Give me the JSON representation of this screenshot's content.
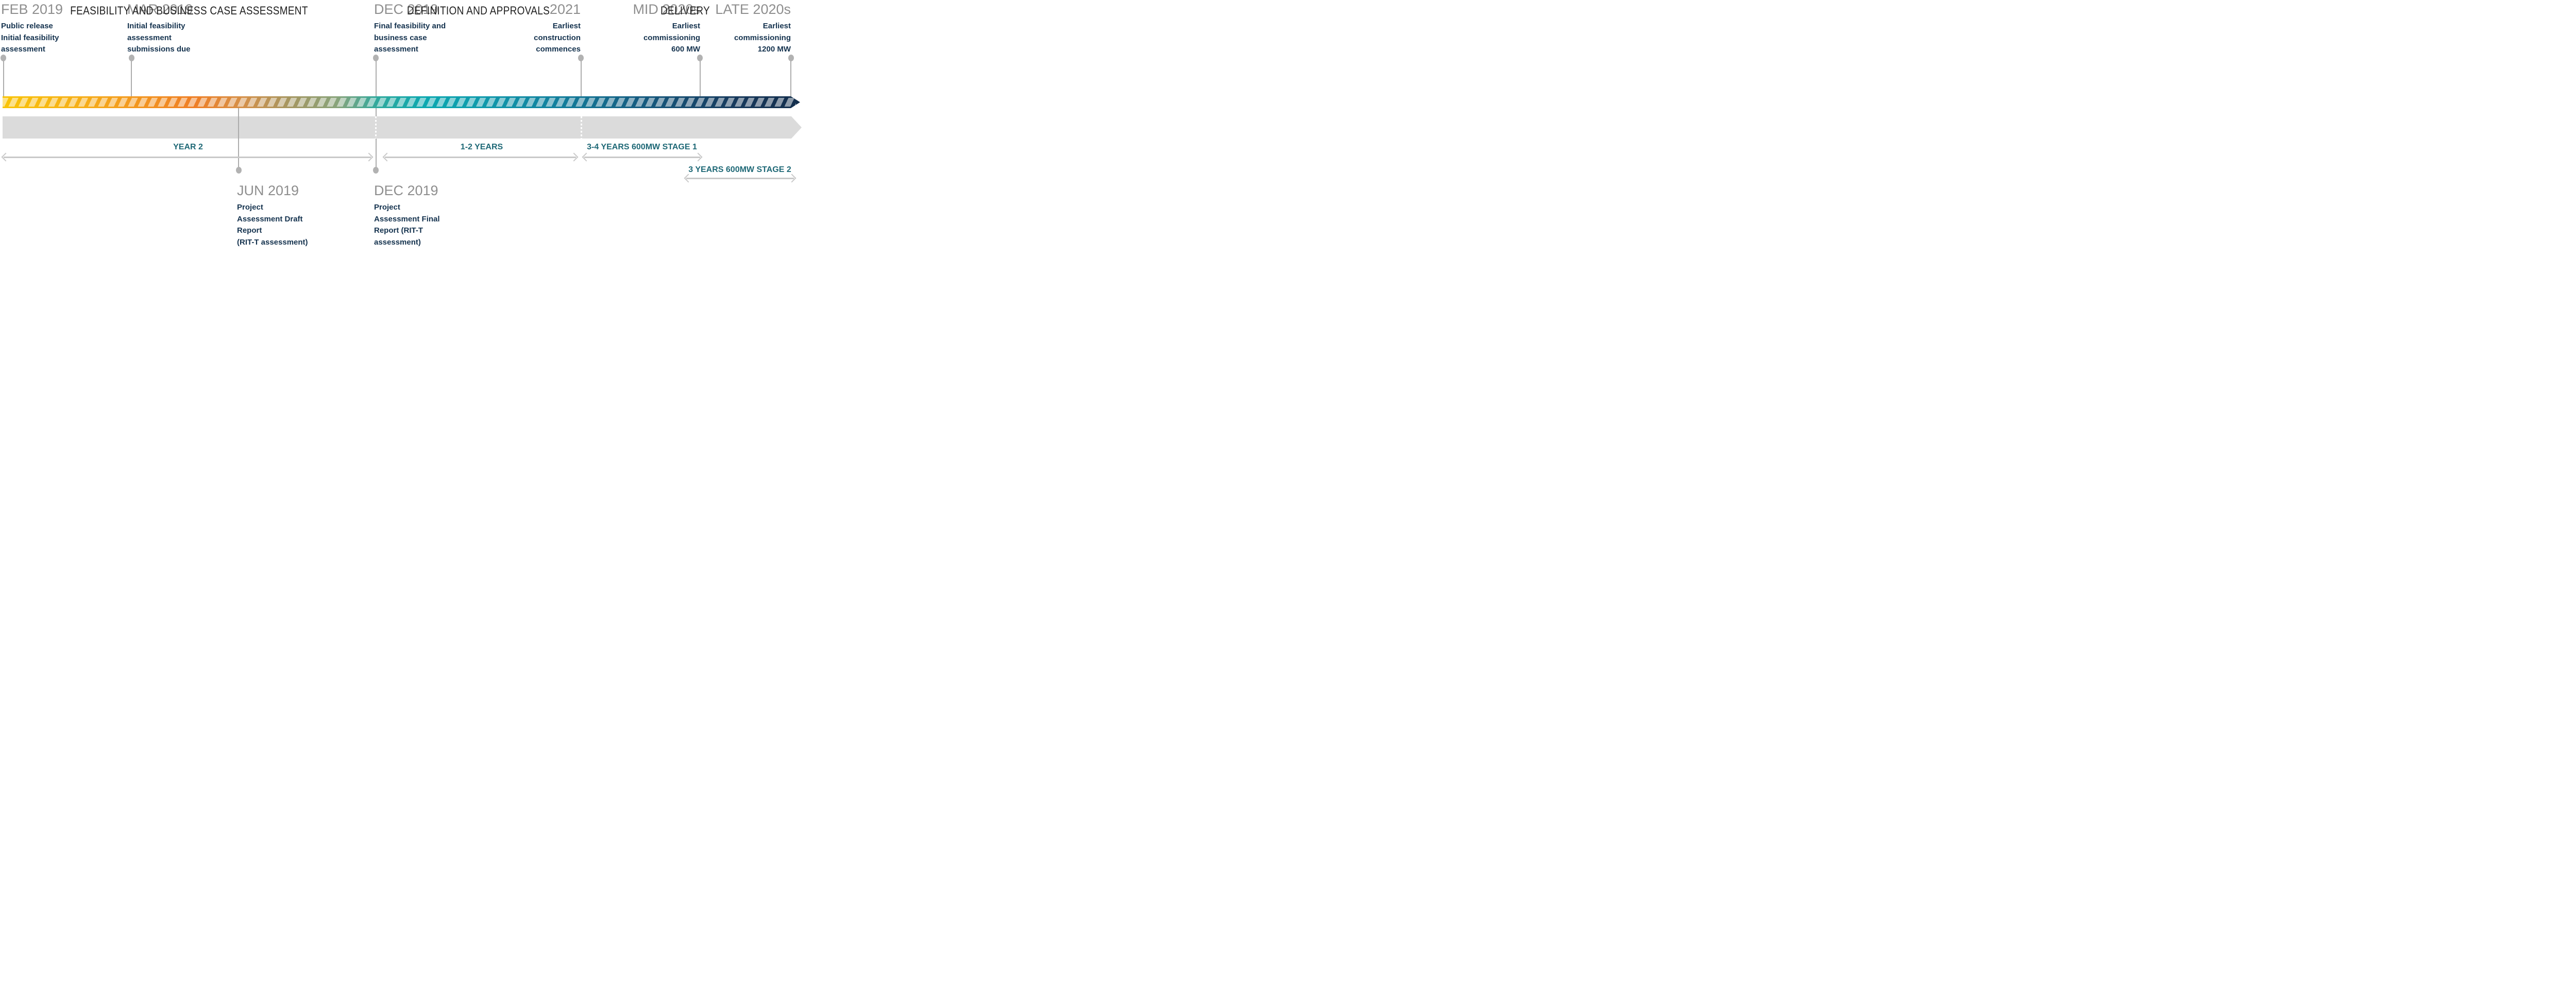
{
  "colors": {
    "accent-teal": "#1E6876",
    "navy": "#14324E",
    "month-gray": "#8E8E8E",
    "marker-gray": "#B2B2B2",
    "stem-gray": "#ACACAC",
    "phase-band": "#DBDBDB",
    "phase-text": "#1F1F1F",
    "arrow-gray": "#C9C9C9"
  },
  "band_gradient_stops": [
    "#F9C407 0%",
    "#F6AE18 10%",
    "#EF7E25 24%",
    "#D69048 30%",
    "#A59660 36%",
    "#88A47B 42%",
    "#30A99D 47%",
    "#0BA8B0 53%",
    "#0F9AAC 60%",
    "#12819E 69%",
    "#155B80 80%",
    "#17395C 92%",
    "#132E4C 100%"
  ],
  "top_milestones": [
    {
      "date": "FEB 2019",
      "lines": [
        "Public release",
        "Initial feasibility",
        "assessment"
      ]
    },
    {
      "date": "MAR 2019",
      "lines": [
        "Initial feasibility",
        "assessment",
        "submissions due"
      ]
    },
    {
      "date": "DEC 2019",
      "lines": [
        "Final feasibility and",
        "business case",
        "assessment"
      ]
    },
    {
      "date": "2021",
      "lines": [
        "Earliest",
        "construction",
        "commences"
      ]
    },
    {
      "date": "MID 2020s",
      "lines": [
        "Earliest",
        "commissioning",
        "600 MW"
      ]
    },
    {
      "date": "LATE 2020s",
      "lines": [
        "Earliest",
        "commissioning",
        "1200 MW"
      ]
    }
  ],
  "bottom_milestones": [
    {
      "date": "JUN 2019",
      "lines": [
        "Project",
        "Assessment Draft",
        "Report",
        "(RIT-T assessment)"
      ]
    },
    {
      "date": "DEC 2019",
      "lines": [
        "Project",
        "Assessment Final",
        "Report (RIT-T",
        "assessment)"
      ]
    }
  ],
  "phases": [
    {
      "label": "FEASIBILITY AND BUSINESS CASE ASSESSMENT"
    },
    {
      "label": "DEFINITION AND APPROVALS"
    },
    {
      "label": "DELIVERY"
    }
  ],
  "durations": [
    {
      "label": "YEAR 2"
    },
    {
      "label": "1-2 YEARS"
    },
    {
      "label": "3-4 YEARS 600MW STAGE 1"
    },
    {
      "label": "3 YEARS 600MW STAGE 2"
    }
  ]
}
